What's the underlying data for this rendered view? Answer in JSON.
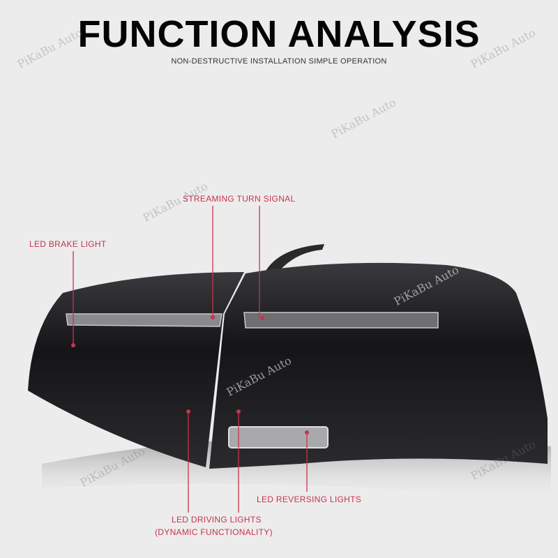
{
  "header": {
    "title": "FUNCTION ANALYSIS",
    "subtitle": "NON-DESTRUCTIVE INSTALLATION SIMPLE OPERATION"
  },
  "labels": {
    "brake": "LED BRAKE LIGHT",
    "turn": "STREAMING TURN SIGNAL",
    "reversing": "LED REVERSING LIGHTS",
    "driving_1": "LED DRIVING LIGHTS",
    "driving_2": "(DYNAMIC FUNCTIONALITY)"
  },
  "watermark": "PiKaBu Auto",
  "colors": {
    "accent": "#c8324e",
    "background": "#ececec",
    "lamp": "#1c1c1f"
  }
}
